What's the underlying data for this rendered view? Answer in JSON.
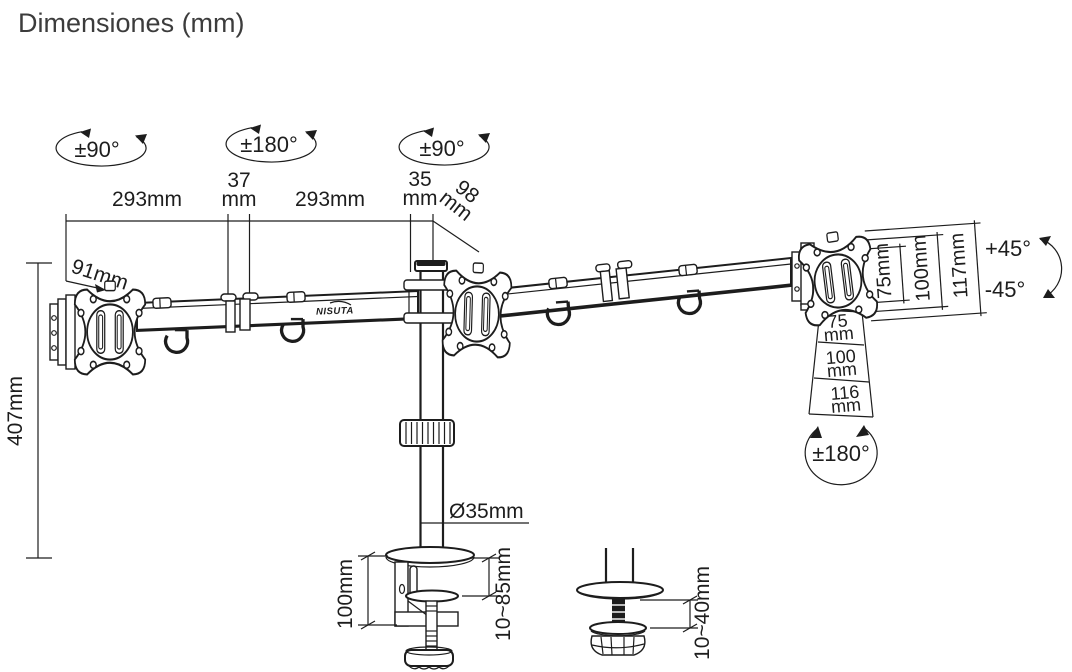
{
  "title": "Dimensiones (mm)",
  "brand": "NISUTA",
  "colors": {
    "ink": "#1d1d1d",
    "title_text": "#3c3c3c",
    "background": "#ffffff"
  },
  "rotations": {
    "left_monitor_swivel": "±90°",
    "center_monitor_swivel": "±180°",
    "right_monitor_swivel": "±90°",
    "tilt_up": "+45°",
    "tilt_down": "-45°",
    "plate_rotation": "±180°"
  },
  "dims": {
    "top": {
      "left_arm": "293mm",
      "joint": {
        "v": "37",
        "u": "mm"
      },
      "right_arm": "293mm",
      "pole": {
        "v": "35",
        "u": "mm"
      },
      "diagonal": {
        "v": "98",
        "u": "mm"
      }
    },
    "left": {
      "plate_width": "91mm",
      "pole_height": "407mm"
    },
    "vesa": {
      "h75": "75mm",
      "h100": "100mm",
      "h117": "117mm",
      "v75": {
        "v": "75",
        "u": "mm"
      },
      "v100": {
        "v": "100",
        "u": "mm"
      },
      "v116": {
        "v": "116",
        "u": "mm"
      }
    },
    "base": {
      "pole_diameter": "Ø35mm",
      "clamp_height": "100mm",
      "clamp_range": "10~85mm",
      "grommet_range": "10~40mm"
    }
  }
}
